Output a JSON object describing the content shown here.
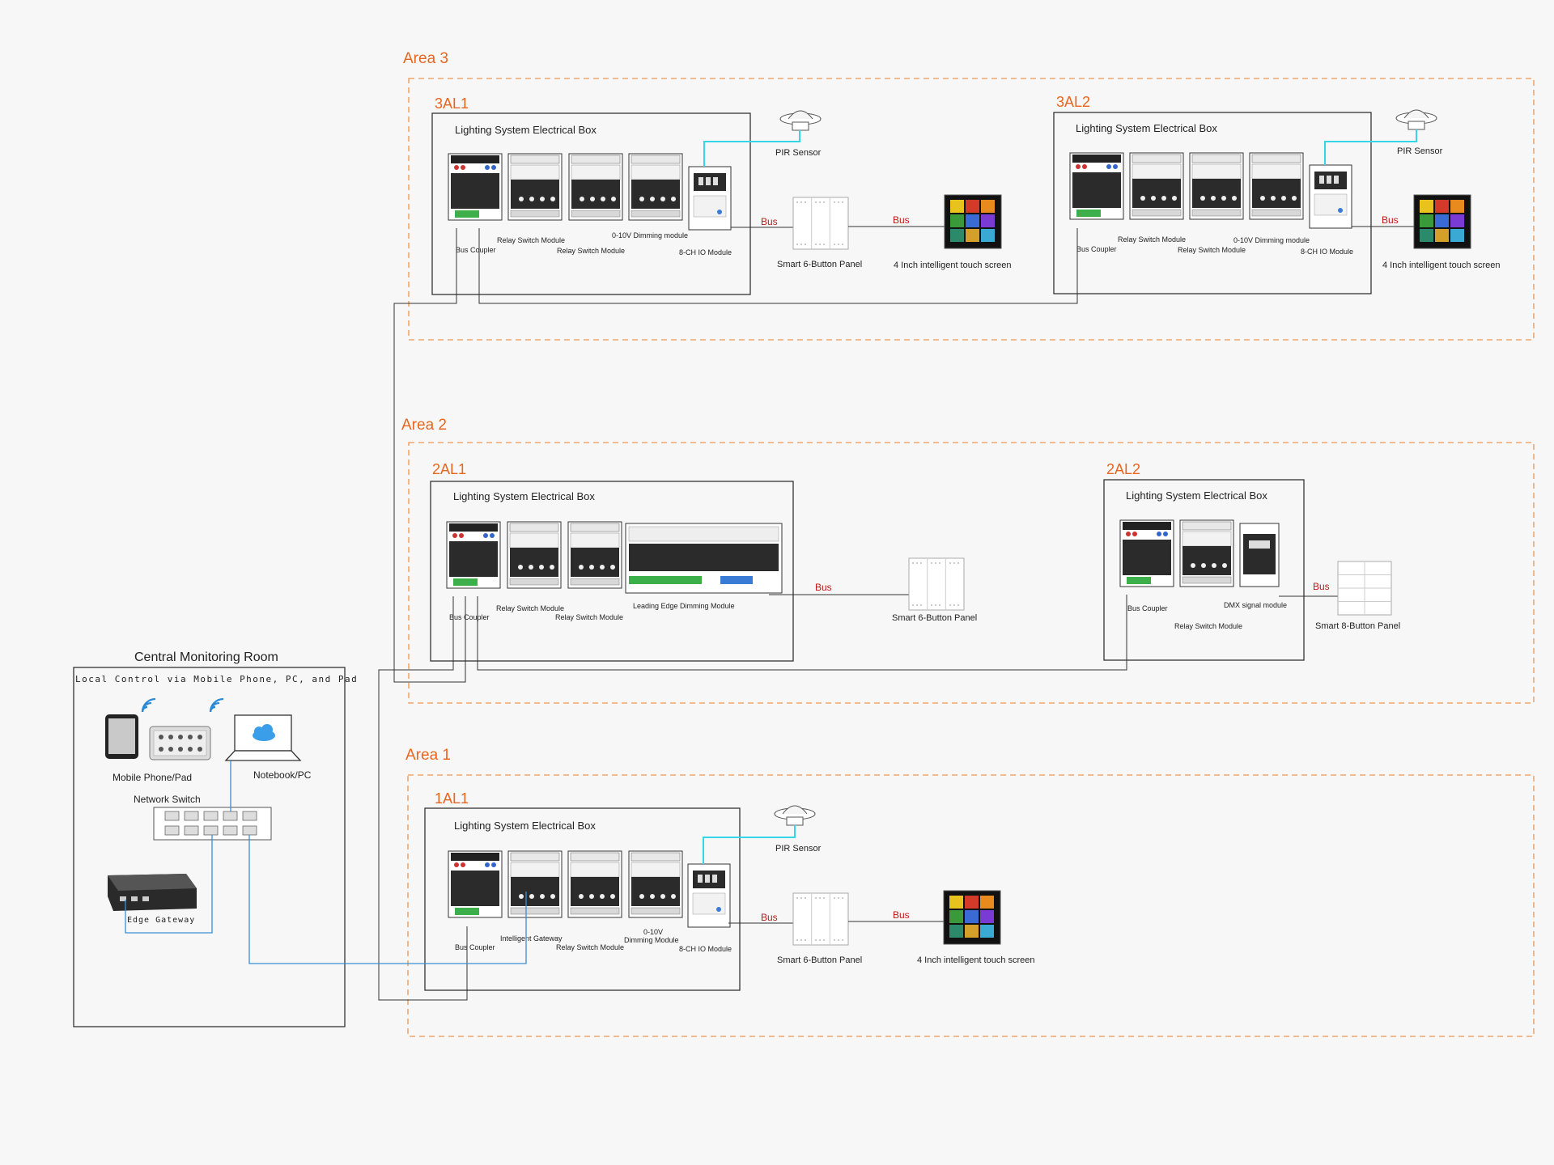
{
  "central": {
    "title": "Central Monitoring Room",
    "subtitle": "Local Control via Mobile Phone, PC, and Pad",
    "mobile_label": "Mobile Phone/Pad",
    "notebook_label": "Notebook/PC",
    "switch_label": "Network Switch",
    "gateway_label": "Edge Gateway"
  },
  "areas": {
    "area3": "Area 3",
    "area2": "Area 2",
    "area1": "Area 1"
  },
  "box_ids": {
    "a3l1": "3AL1",
    "a3l2": "3AL2",
    "a2l1": "2AL1",
    "a2l2": "2AL2",
    "a1l1": "1AL1"
  },
  "box_title": "Lighting System Electrical Box",
  "modules": {
    "bus_coupler": "Bus Coupler",
    "relay_switch": "Relay Switch Module",
    "dimming_0_10v": "0-10V Dimming module",
    "dimming_0_10v_a": "0-10V",
    "dimming_0_10v_b": "Dimming Module",
    "io_8ch": "8-CH IO Module",
    "leading_edge": "Leading Edge Dimming Module",
    "dmx": "DMX signal module",
    "intelligent_gateway": "Intelligent Gateway"
  },
  "devices": {
    "pir": "PIR Sensor",
    "panel6": "Smart 6-Button Panel",
    "panel8": "Smart 8-Button Panel",
    "touch": "4 Inch intelligent touch screen",
    "bus": "Bus"
  },
  "colors": {
    "accent": "#e8661e",
    "bus_text": "#c01818",
    "network_line": "#3a8ed6",
    "pir_line": "#35d6e8"
  }
}
